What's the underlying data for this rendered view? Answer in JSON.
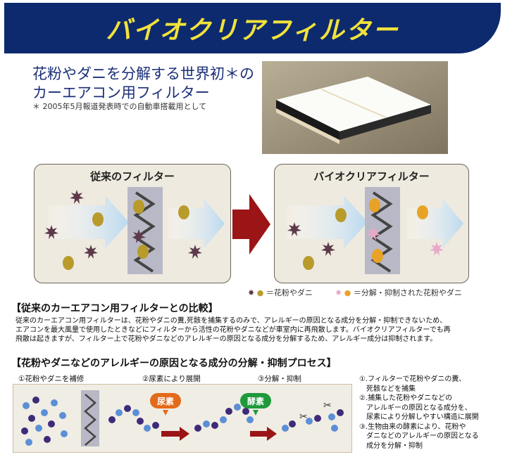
{
  "banner": {
    "title": "バイオクリアフィルター"
  },
  "headline": {
    "line1": "花粉やダニを分解する世界初＊の",
    "line2": "カーエアコン用フィルター",
    "footnote": "＊ 2005年5月報道発表時での自動車搭載用として"
  },
  "panels": {
    "conventional_title": "従来のフィルター",
    "bioclear_title": "バイオクリアフィルター"
  },
  "legend": {
    "pollen_mites": "＝花粉やダニ",
    "decomposed": "＝分解・抑制された花粉やダニ"
  },
  "comparison": {
    "heading": "【従来のカーエアコン用フィルターとの比較】",
    "line1": "従来のカーエアコン用フィルターは、花粉やダニの糞,死骸を捕集するのみで、アレルギーの原因となる成分を分解・抑制できないため、",
    "line2": "エアコンを最大風量で使用したときなどにフィルターから活性の花粉やダニなどが車室内に再飛散します。バイオクリアフィルターでも再",
    "line3": "飛散は起きますが、フィルター上で花粉やダニなどのアレルギーの原因となる成分を分解するため、アレルギー成分は抑制されます。"
  },
  "process": {
    "heading": "【花粉やダニなどのアレルギーの原因となる成分の分解・抑制プロセス】",
    "step1": "①花粉やダニを補修",
    "step2": "②尿素により展開",
    "step3": "③分解・抑制",
    "badge_urea": "尿素",
    "badge_enzyme": "酵素"
  },
  "explain": [
    "①.フィルターで花粉やダニの糞、",
    "　死骸などを捕集",
    "②.捕集した花粉やダニなどの",
    "　アレルギーの原因となる成分を、",
    "　尿素により分解しやすい構造に展開",
    "③.生物由来の酵素により、花粉や",
    "　ダニなどのアレルギーの原因となる",
    "　成分を分解・抑制"
  ],
  "colors": {
    "banner": "#0d2a6e",
    "banner_text": "#f2e23a",
    "headline": "#1b2f78",
    "big_arrow": "#9b1516",
    "urea_badge": "#e36a1a",
    "enzyme_badge": "#1f9a3b"
  },
  "icons": [
    "pollen-icon",
    "mite-icon",
    "decomposed-pollen-icon",
    "filter-zigzag-icon",
    "air-flow-arrow-icon",
    "scissors-icon"
  ]
}
